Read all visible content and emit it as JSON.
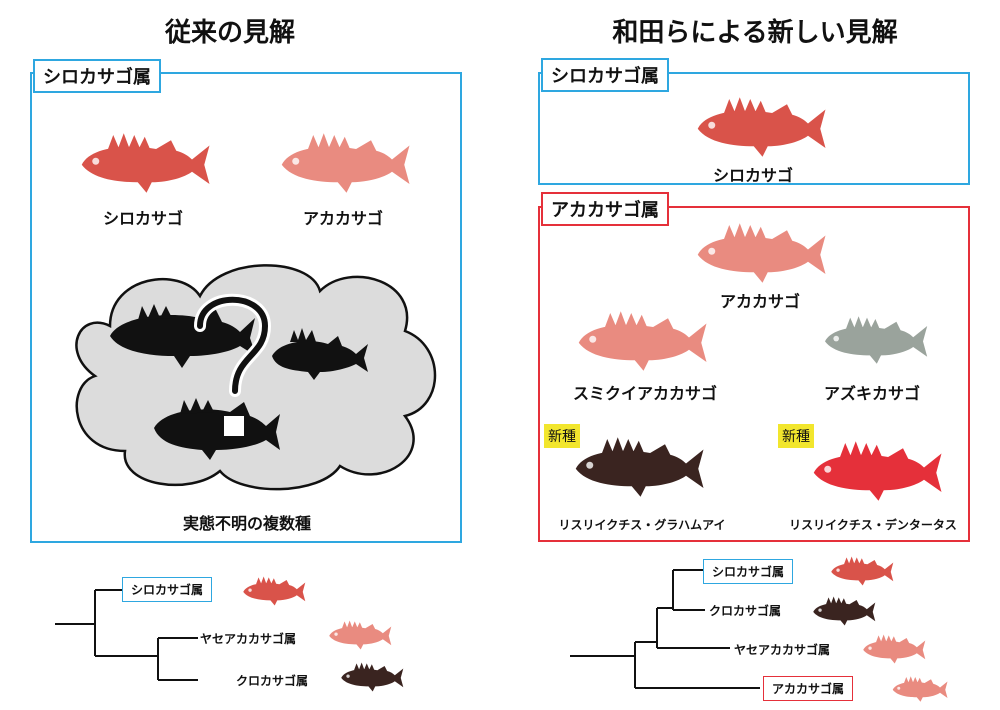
{
  "left": {
    "heading": "従来の見解",
    "genus_box_label": "シロカサゴ属",
    "fish_labels": [
      "シロカサゴ",
      "アカカサゴ"
    ],
    "cloud_label": "実態不明の複数種",
    "tree": {
      "genus_a": "シロカサゴ属",
      "genus_b": "ヤセアカカサゴ属",
      "genus_c": "クロカサゴ属"
    }
  },
  "right": {
    "heading": "和田らによる新しい見解",
    "box1_label": "シロカサゴ属",
    "box1_fish": "シロカサゴ",
    "box2_label": "アカカサゴ属",
    "box2_fish": [
      "アカカサゴ",
      "スミクイアカカサゴ",
      "アズキカサゴ"
    ],
    "new_tag": "新種",
    "new_species": [
      "リスリイクチス・グラハムアイ",
      "リスリイクチス・デンタータス"
    ],
    "tree": {
      "genus_a": "シロカサゴ属",
      "genus_b": "クロカサゴ属",
      "genus_c": "ヤセアカカサゴ属",
      "genus_d": "アカカサゴ属"
    }
  },
  "colors": {
    "blue": "#2ea7e0",
    "red": "#e5303a",
    "tag_yellow": "#f2e62d",
    "cloud_fill": "#dcdcdc",
    "fish_red": "#d9534a",
    "fish_pink": "#e98b80",
    "fish_dark": "#3a2420",
    "fish_grey": "#9aa39c"
  }
}
